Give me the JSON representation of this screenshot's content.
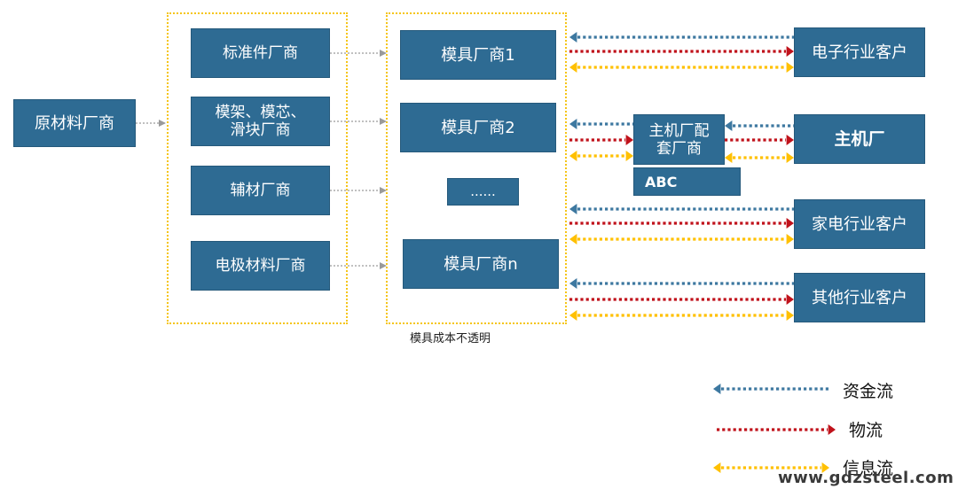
{
  "colors": {
    "box_fill": "#2e6b93",
    "capital_flow": "#3d78a0",
    "logistics_flow": "#c0121b",
    "info_flow": "#ffc000",
    "group_border": "#f5c518"
  },
  "raw_material": "原材料厂商",
  "suppliers": [
    "标准件厂商",
    "模架、模芯、\n滑块厂商",
    "辅材厂商",
    "电极材料厂商"
  ],
  "mold_makers": [
    "模具厂商1",
    "模具厂商2",
    "......",
    "模具厂商n"
  ],
  "mold_cost_note": "模具成本不透明",
  "oem_supplier": "主机厂配\n套厂商",
  "abc_label": "ABC",
  "customers": {
    "electronics": "电子行业客户",
    "oem": "主机厂",
    "appliance": "家电行业客户",
    "other": "其他行业客户"
  },
  "legend": {
    "capital": "资金流",
    "logistics": "物流",
    "info": "信息流"
  },
  "watermark": "www.gdzsteel.com"
}
